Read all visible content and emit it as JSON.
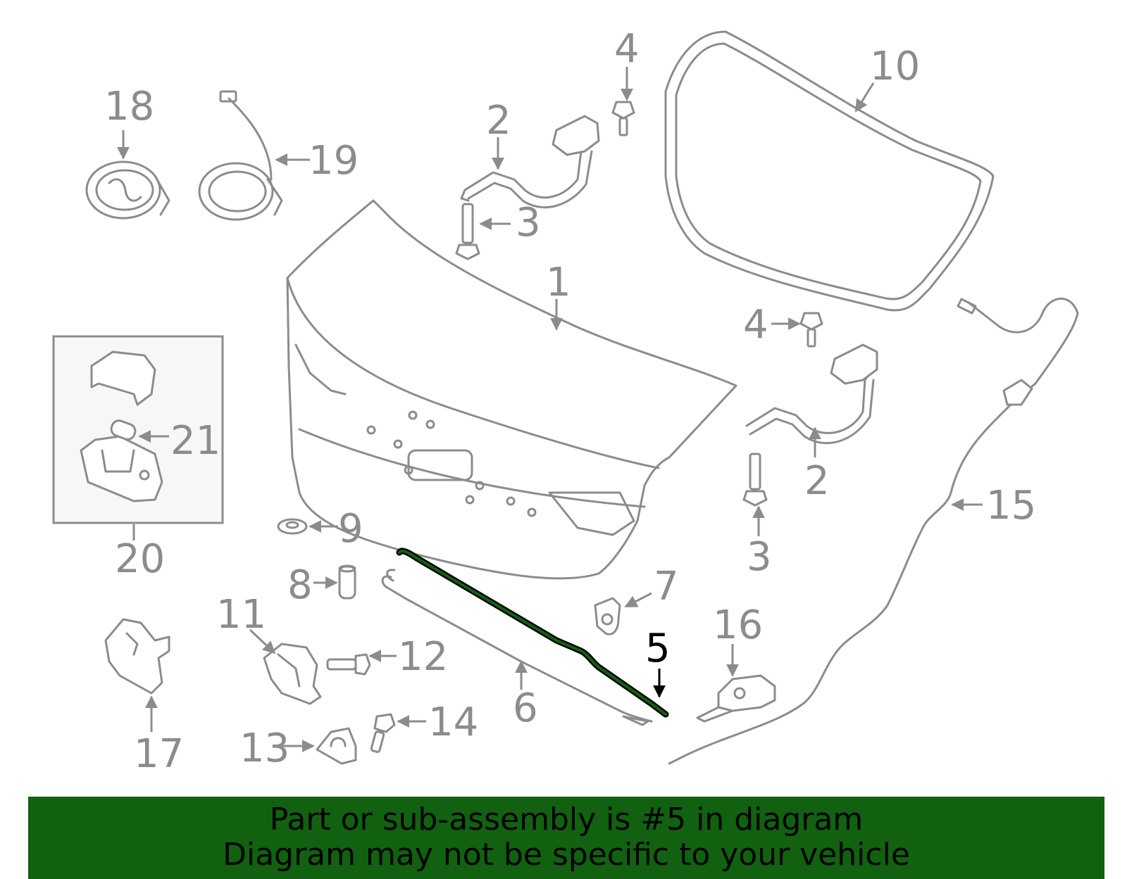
{
  "diagram": {
    "highlighted_part": "5",
    "callouts": {
      "c1": "1",
      "c2a": "2",
      "c2b": "2",
      "c3a": "3",
      "c3b": "3",
      "c4a": "4",
      "c4b": "4",
      "c5": "5",
      "c6": "6",
      "c7": "7",
      "c8": "8",
      "c9": "9",
      "c10": "10",
      "c11": "11",
      "c12": "12",
      "c13": "13",
      "c14": "14",
      "c15": "15",
      "c16": "16",
      "c17": "17",
      "c18": "18",
      "c19": "19",
      "c20": "20",
      "c21": "21"
    },
    "colors": {
      "line": "#8c8c8c",
      "highlight_outline": "#000000",
      "highlight_fill": "#116110",
      "banner": "#116110"
    }
  },
  "banner": {
    "line1": "Part or sub-assembly is #5 in diagram",
    "line2": "Diagram may not be specific to your vehicle"
  }
}
